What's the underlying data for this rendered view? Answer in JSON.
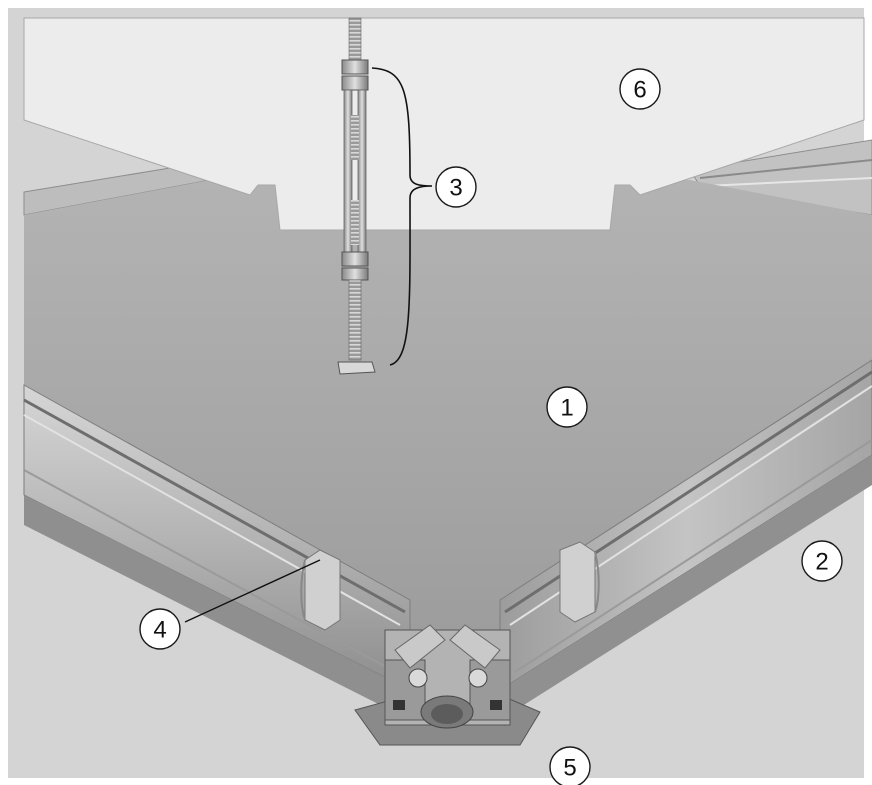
{
  "callouts": [
    {
      "id": "1",
      "label": "1"
    },
    {
      "id": "2",
      "label": "2"
    },
    {
      "id": "3",
      "label": "3"
    },
    {
      "id": "4",
      "label": "4"
    },
    {
      "id": "5",
      "label": "5"
    },
    {
      "id": "6",
      "label": "6"
    }
  ],
  "colors": {
    "page_border": "#d9d9d9",
    "panel": "#a9a9a9",
    "ceiling": "#ececec",
    "rail": "#bcbcbc",
    "steel": "#8e8e8e"
  }
}
